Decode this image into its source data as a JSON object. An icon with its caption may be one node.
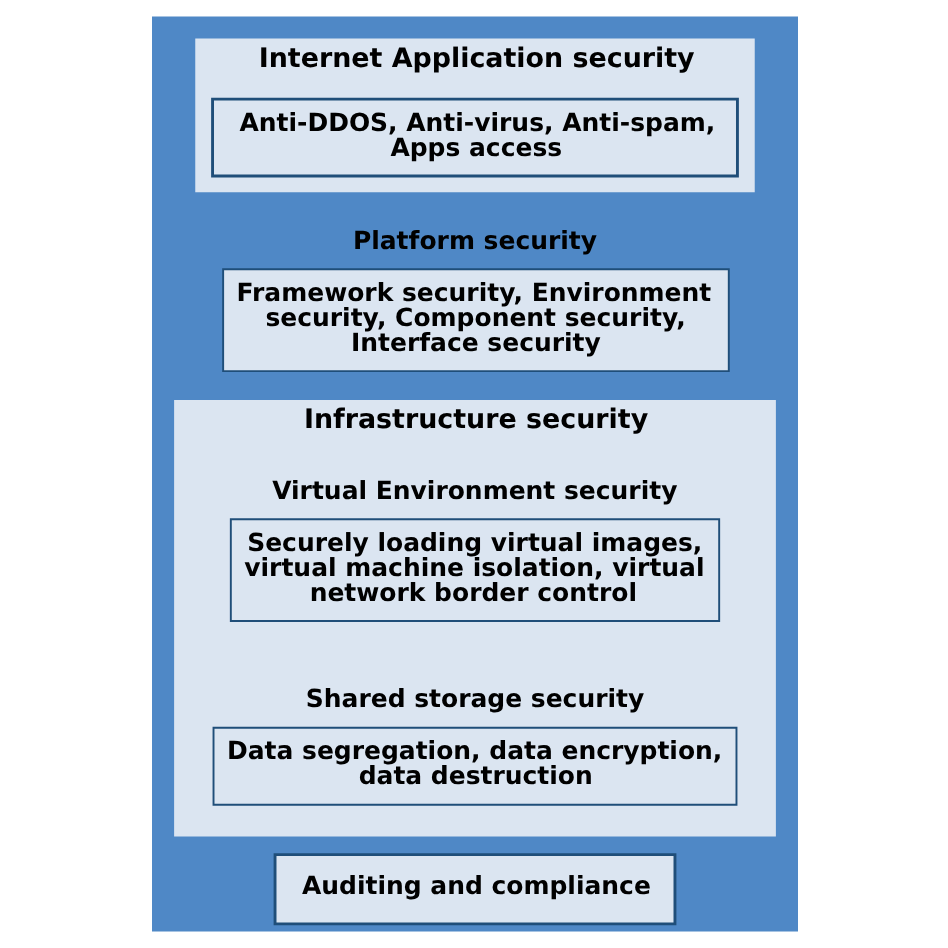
{
  "diagram": {
    "nodes": [
      {
        "text": [
          "Internet Application security"
        ]
      },
      {
        "text": [
          "Anti-DDOS, Anti-virus, Anti-spam, Apps access"
        ],
        "in": 0
      },
      {
        "text": [
          "Platform security",
          "Framework security, Environment security, Component security, Interface security"
        ]
      },
      {
        "text": [
          "Infrastructure security"
        ]
      },
      {
        "text": [
          "Virtual Environment security",
          "Securely loading virtual images, virtual machine isolation, virtual network border control"
        ],
        "in": 3
      },
      {
        "text": [
          "Shared storage security",
          "Data segregation, data encryption, data destruction"
        ],
        "in": 3
      },
      {
        "text": [
          "Auditing and compliance"
        ]
      }
    ],
    "edges": []
  }
}
